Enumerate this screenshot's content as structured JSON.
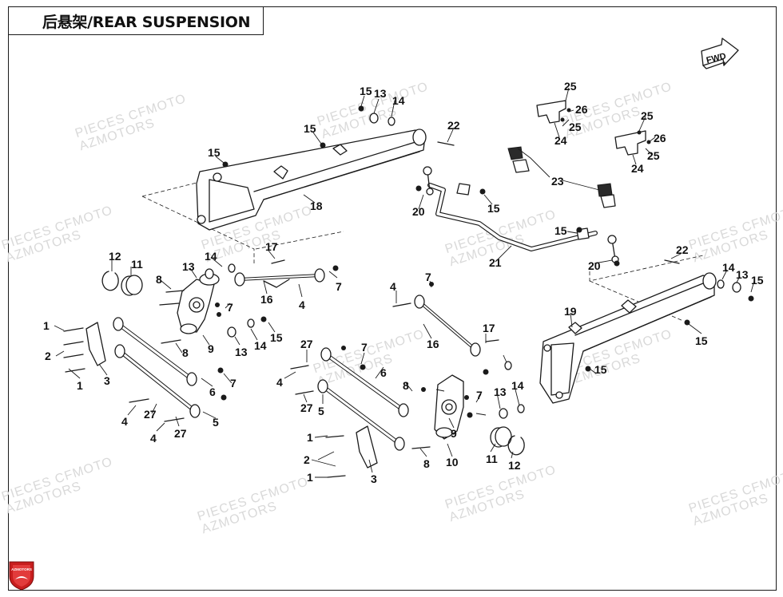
{
  "title": "后悬架/REAR SUSPENSION",
  "fwd_label": "FWD",
  "logo_text": "AZMOTORS",
  "watermark": {
    "line1": "PIECES CFMOTO",
    "line2": "AZMOTORS"
  },
  "callouts": [
    {
      "id": "c1",
      "text": "15"
    },
    {
      "id": "c2",
      "text": "13"
    },
    {
      "id": "c3",
      "text": "14"
    },
    {
      "id": "c4",
      "text": "15"
    },
    {
      "id": "c5",
      "text": "22"
    },
    {
      "id": "c6",
      "text": "15"
    },
    {
      "id": "c7",
      "text": "18"
    },
    {
      "id": "c8",
      "text": "20"
    },
    {
      "id": "c9",
      "text": "15"
    },
    {
      "id": "c10",
      "text": "21"
    },
    {
      "id": "c11",
      "text": "25"
    },
    {
      "id": "c12",
      "text": "26"
    },
    {
      "id": "c13",
      "text": "25"
    },
    {
      "id": "c14",
      "text": "24"
    },
    {
      "id": "c15",
      "text": "25"
    },
    {
      "id": "c16",
      "text": "26"
    },
    {
      "id": "c17",
      "text": "25"
    },
    {
      "id": "c18",
      "text": "24"
    },
    {
      "id": "c19",
      "text": "23"
    },
    {
      "id": "c20",
      "text": "15"
    },
    {
      "id": "c21",
      "text": "20"
    },
    {
      "id": "c22",
      "text": "22"
    },
    {
      "id": "c23",
      "text": "14"
    },
    {
      "id": "c24",
      "text": "13"
    },
    {
      "id": "c25",
      "text": "15"
    },
    {
      "id": "c26",
      "text": "19"
    },
    {
      "id": "c27",
      "text": "15"
    },
    {
      "id": "c28",
      "text": "15"
    },
    {
      "id": "c29",
      "text": "12"
    },
    {
      "id": "c30",
      "text": "11"
    },
    {
      "id": "c31",
      "text": "8"
    },
    {
      "id": "c32",
      "text": "13"
    },
    {
      "id": "c33",
      "text": "14"
    },
    {
      "id": "c34",
      "text": "17"
    },
    {
      "id": "c35",
      "text": "7"
    },
    {
      "id": "c36",
      "text": "16"
    },
    {
      "id": "c37",
      "text": "4"
    },
    {
      "id": "c38",
      "text": "7"
    },
    {
      "id": "c39",
      "text": "1"
    },
    {
      "id": "c40",
      "text": "2"
    },
    {
      "id": "c41",
      "text": "1"
    },
    {
      "id": "c42",
      "text": "3"
    },
    {
      "id": "c43",
      "text": "8"
    },
    {
      "id": "c44",
      "text": "9"
    },
    {
      "id": "c45",
      "text": "13"
    },
    {
      "id": "c46",
      "text": "14"
    },
    {
      "id": "c47",
      "text": "15"
    },
    {
      "id": "c48",
      "text": "7"
    },
    {
      "id": "c49",
      "text": "6"
    },
    {
      "id": "c50",
      "text": "4"
    },
    {
      "id": "c51",
      "text": "27"
    },
    {
      "id": "c52",
      "text": "5"
    },
    {
      "id": "c53",
      "text": "4"
    },
    {
      "id": "c54",
      "text": "27"
    },
    {
      "id": "c55",
      "text": "4"
    },
    {
      "id": "c56",
      "text": "7"
    },
    {
      "id": "c57",
      "text": "16"
    },
    {
      "id": "c58",
      "text": "17"
    },
    {
      "id": "c59",
      "text": "27"
    },
    {
      "id": "c60",
      "text": "7"
    },
    {
      "id": "c61",
      "text": "4"
    },
    {
      "id": "c62",
      "text": "6"
    },
    {
      "id": "c63",
      "text": "27"
    },
    {
      "id": "c64",
      "text": "5"
    },
    {
      "id": "c65",
      "text": "8"
    },
    {
      "id": "c66",
      "text": "7"
    },
    {
      "id": "c67",
      "text": "9"
    },
    {
      "id": "c68",
      "text": "13"
    },
    {
      "id": "c69",
      "text": "14"
    },
    {
      "id": "c70",
      "text": "1"
    },
    {
      "id": "c71",
      "text": "2"
    },
    {
      "id": "c72",
      "text": "1"
    },
    {
      "id": "c73",
      "text": "3"
    },
    {
      "id": "c74",
      "text": "8"
    },
    {
      "id": "c75",
      "text": "10"
    },
    {
      "id": "c76",
      "text": "11"
    },
    {
      "id": "c77",
      "text": "12"
    }
  ]
}
